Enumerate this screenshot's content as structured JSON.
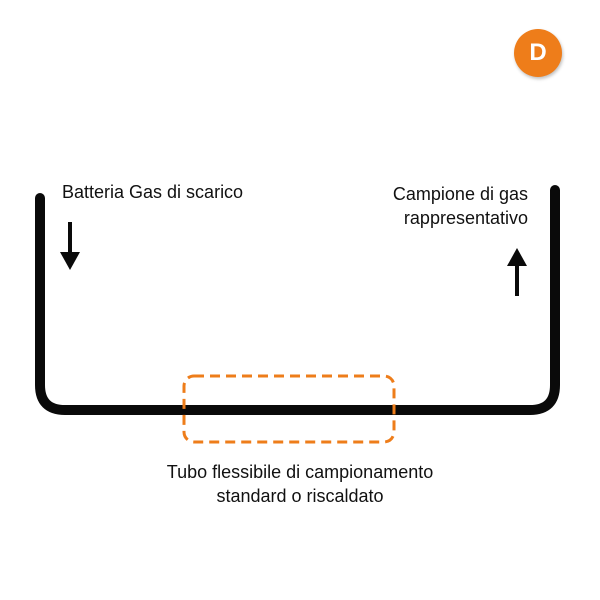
{
  "badge": {
    "letter": "D",
    "color": "#ee7d1a"
  },
  "labels": {
    "exhaust_battery": "Batteria Gas di scarico",
    "representative_sample_line1": "Campione di gas",
    "representative_sample_line2": "rappresentativo",
    "sampling_hose_line1": "Tubo flessibile di campionamento",
    "sampling_hose_line2": "standard o riscaldato"
  },
  "colors": {
    "line": "#0a0a0a",
    "dashed_box": "#ee7d1a"
  }
}
